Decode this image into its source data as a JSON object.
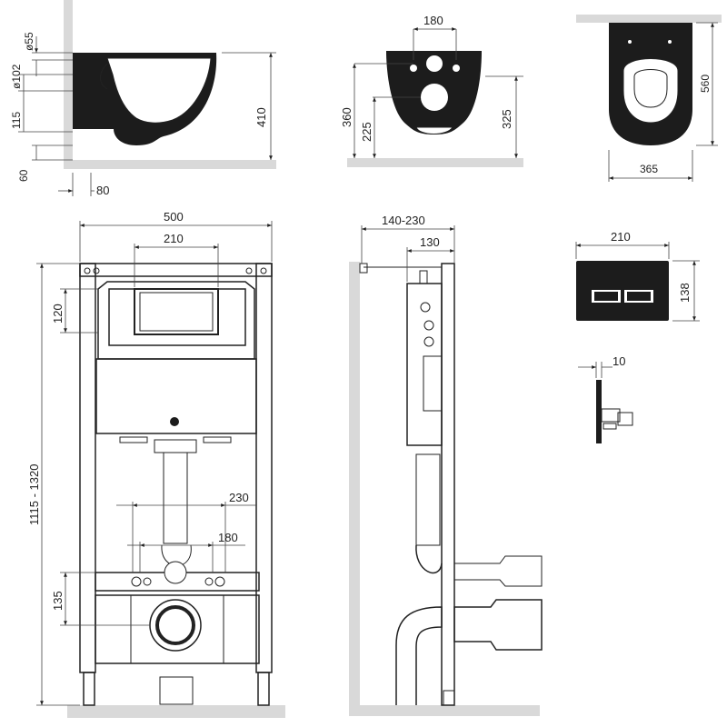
{
  "side_view": {
    "dim_d55": "ø55",
    "dim_d102": "ø102",
    "dim_115": "115",
    "dim_60": "60",
    "dim_80": "80",
    "dim_410": "410"
  },
  "front_bowl": {
    "dim_180": "180",
    "dim_360": "360",
    "dim_225": "225",
    "dim_325": "325"
  },
  "top_view": {
    "dim_560": "560",
    "dim_365": "365"
  },
  "frame_front": {
    "dim_500": "500",
    "dim_210": "210",
    "dim_120": "120",
    "dim_height": "1115 - 1320",
    "dim_230": "230",
    "dim_180": "180",
    "dim_135": "135"
  },
  "frame_side": {
    "dim_140_230": "140-230",
    "dim_130": "130"
  },
  "flush_plate": {
    "dim_210": "210",
    "dim_138": "138",
    "dim_10": "10"
  },
  "colors": {
    "line": "#222222",
    "wall": "#d9d9d9",
    "dark_fill": "#1c1c1c"
  }
}
